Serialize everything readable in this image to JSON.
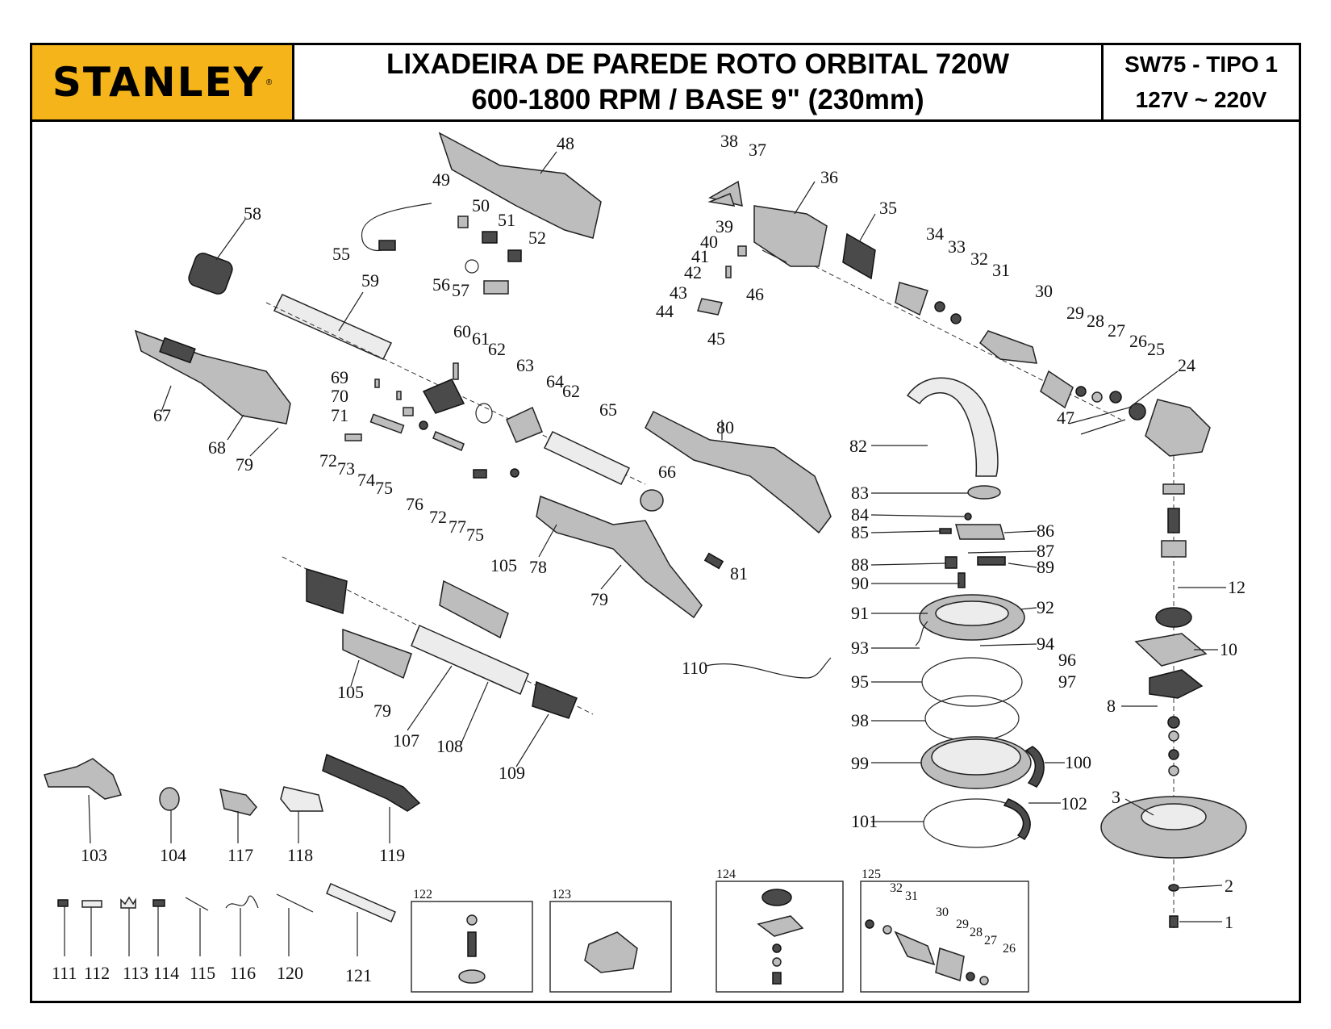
{
  "brand": {
    "logo_text": "STANLEY",
    "registered_mark": "®",
    "logo_color": "#f5b41a"
  },
  "header": {
    "title_line1": "LIXADEIRA DE PAREDE ROTO ORBITAL 720W",
    "title_line2": "600-1800 RPM / BASE 9\" (230mm)",
    "model_line1": "SW75 - TIPO 1",
    "model_line2": "127V ~ 220V"
  },
  "parts": {
    "p1": "1",
    "p2": "2",
    "p3": "3",
    "p8": "8",
    "p10": "10",
    "p12": "12",
    "p24": "24",
    "p25": "25",
    "p26": "26",
    "p27": "27",
    "p28": "28",
    "p29": "29",
    "p30": "30",
    "p31": "31",
    "p32": "32",
    "p33": "33",
    "p34": "34",
    "p35": "35",
    "p36": "36",
    "p37": "37",
    "p38": "38",
    "p39": "39",
    "p40": "40",
    "p41": "41",
    "p42": "42",
    "p43": "43",
    "p44": "44",
    "p45": "45",
    "p46": "46",
    "p47": "47",
    "p48": "48",
    "p49": "49",
    "p50": "50",
    "p51": "51",
    "p52": "52",
    "p55": "55",
    "p56": "56",
    "p57": "57",
    "p58": "58",
    "p59": "59",
    "p60": "60",
    "p61": "61",
    "p62a": "62",
    "p62b": "62",
    "p63": "63",
    "p64": "64",
    "p65": "65",
    "p66": "66",
    "p67": "67",
    "p68": "68",
    "p69": "69",
    "p70": "70",
    "p71": "71",
    "p72a": "72",
    "p72b": "72",
    "p73": "73",
    "p74": "74",
    "p75a": "75",
    "p75b": "75",
    "p76": "76",
    "p77": "77",
    "p78": "78",
    "p79a": "79",
    "p79b": "79",
    "p79c": "79",
    "p80": "80",
    "p81": "81",
    "p82": "82",
    "p83": "83",
    "p84": "84",
    "p85": "85",
    "p86": "86",
    "p87": "87",
    "p88": "88",
    "p89": "89",
    "p90": "90",
    "p91": "91",
    "p92": "92",
    "p93": "93",
    "p94": "94",
    "p95": "95",
    "p96": "96",
    "p97": "97",
    "p98": "98",
    "p99": "99",
    "p100": "100",
    "p101": "101",
    "p102": "102",
    "p103": "103",
    "p104": "104",
    "p105a": "105",
    "p105b": "105",
    "p107": "107",
    "p108": "108",
    "p109": "109",
    "p110": "110",
    "p111": "111",
    "p112": "112",
    "p113": "113",
    "p114": "114",
    "p115": "115",
    "p116": "116",
    "p117": "117",
    "p118": "118",
    "p119": "119",
    "p120": "120",
    "p121": "121",
    "p122": "122",
    "p123": "123",
    "p124": "124",
    "p125": "125",
    "k32": "32",
    "k31": "31",
    "k30": "30",
    "k29": "29",
    "k28": "28",
    "k27": "27",
    "k26": "26"
  }
}
